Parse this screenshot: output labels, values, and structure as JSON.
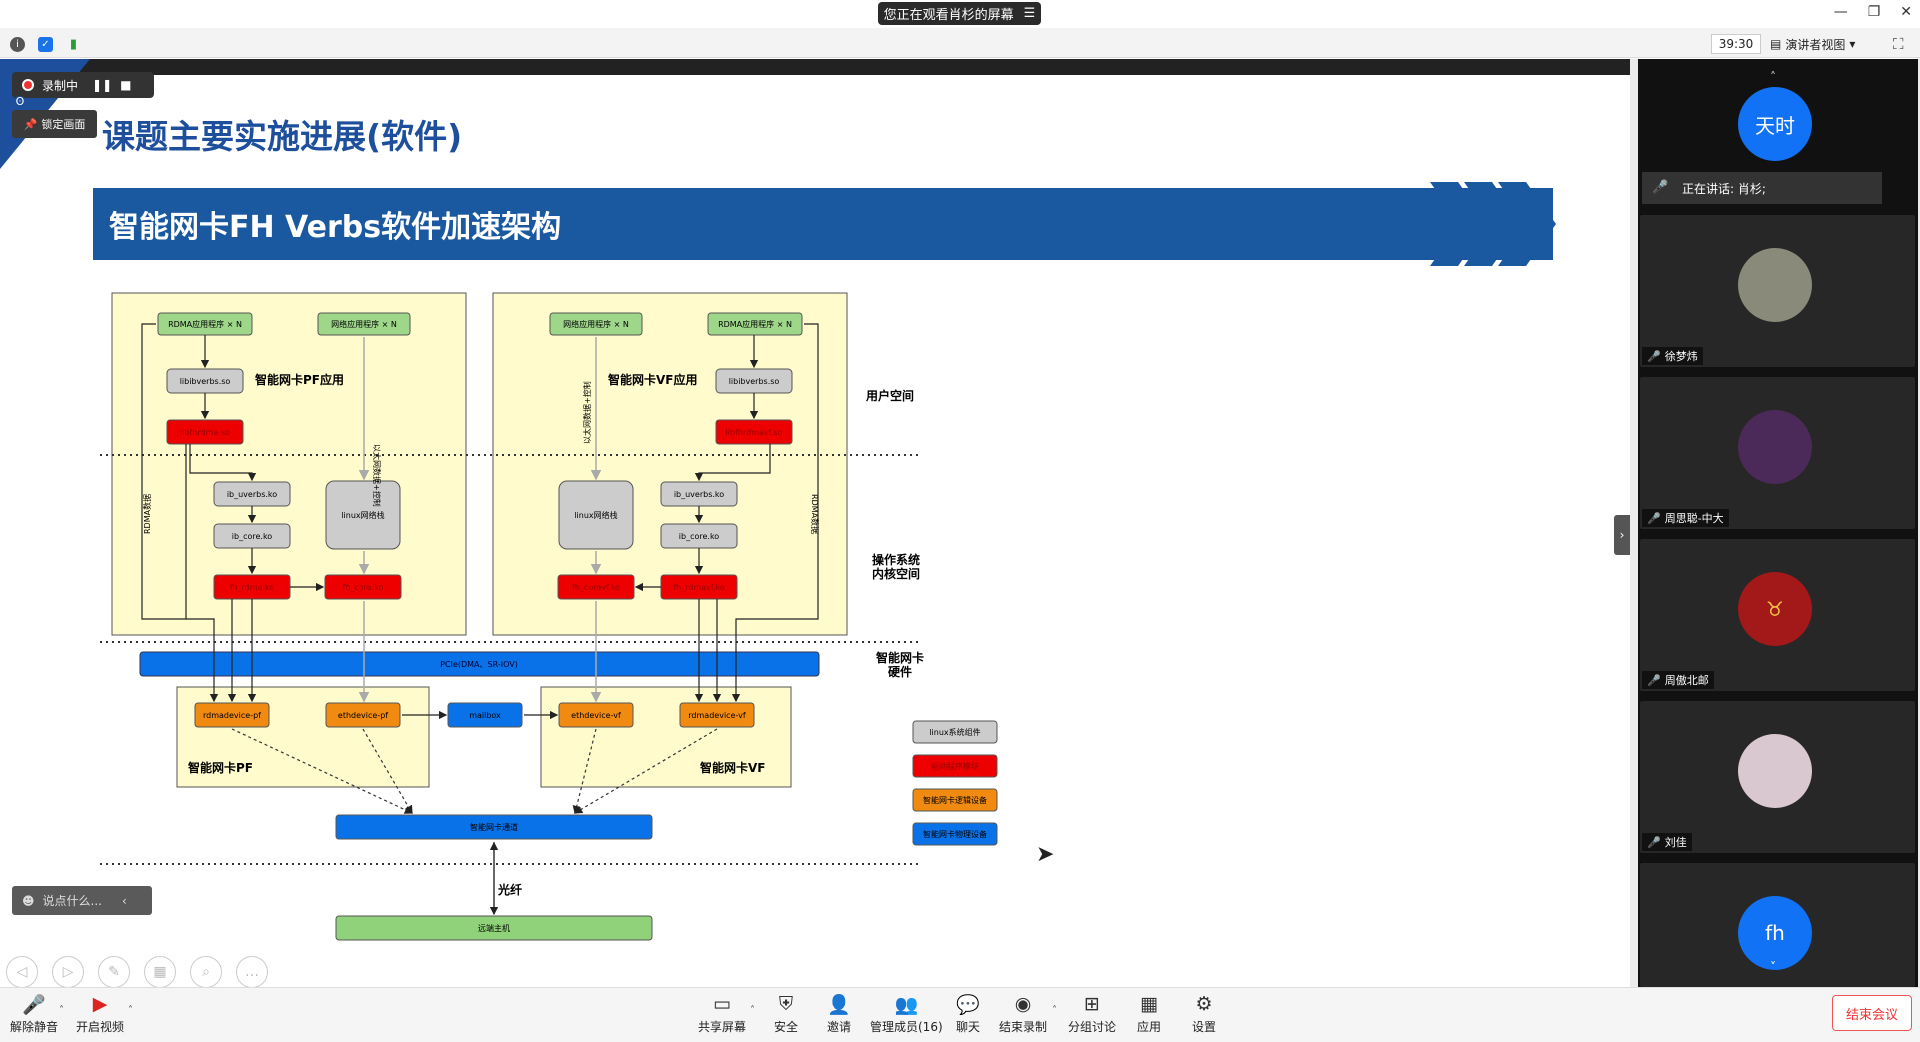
{
  "window": {
    "sharing_label": "您正在观看肖杉的屏幕",
    "sharing_menu_icon": "menu-icon",
    "minimize_icon": "minimize-icon",
    "restore_icon": "restore-icon",
    "close_icon": "close-icon"
  },
  "topbar": {
    "timer": "39:30",
    "view_label": "演讲者视图",
    "info_icon": "info-icon",
    "shield_icon": "shield-icon",
    "signal_icon": "signal-icon",
    "fullscreen_icon": "fullscreen-icon"
  },
  "recording": {
    "label": "录制中",
    "lock_label": "锁定画面"
  },
  "slide": {
    "title": "课题主要实施进展(软件)",
    "banner": "智能网卡FH Verbs软件加速架构",
    "diagram": {
      "pf_app_label": "智能网卡PF应用",
      "vf_app_label": "智能网卡VF应用",
      "user_space": "用户空间",
      "kernel_space_line1": "操作系统",
      "kernel_space_line2": "内核空间",
      "hw_line1": "智能网卡",
      "hw_line2": "硬件",
      "pf_rdma_app": "RDMA应用程序 × N",
      "pf_net_app": "网络应用程序 × N",
      "vf_net_app": "网络应用程序 × N",
      "vf_rdma_app": "RDMA应用程序 × N",
      "pf_libibverbs": "libibverbs.so",
      "vf_libibverbs": "libibverbs.so",
      "pf_libfh": "libfhrdma.so",
      "vf_libfh": "libfhrdmavf.so",
      "pf_ib_uverbs": "ib_uverbs.ko",
      "pf_ib_core": "ib_core.ko",
      "vf_ib_uverbs": "ib_uverbs.ko",
      "vf_ib_core": "ib_core.ko",
      "pf_linux_stack": "linux网络栈",
      "vf_linux_stack": "linux网络栈",
      "pf_fh_rdma": "fh_rdma.ko",
      "pf_fh_core": "fh_core.ko",
      "vf_fh_core": "fh_corevf.ko",
      "vf_fh_rdma": "fh_rdmavf.ko",
      "pf_rdma_data": "RDMA数据",
      "vf_rdma_data": "RDMA数据",
      "pf_eth_data": "以太网数据+控制",
      "vf_eth_data": "以太网数据+控制",
      "pcie": "PCIe(DMA、SR-IOV)",
      "rdmadevice_pf": "rdmadevice-pf",
      "ethdevice_pf": "ethdevice-pf",
      "mailbox": "mailbox",
      "ethdevice_vf": "ethdevice-vf",
      "rdmadevice_vf": "rdmadevice-vf",
      "nic_pf": "智能网卡PF",
      "nic_vf": "智能网卡VF",
      "nic_channel": "智能网卡通道",
      "fiber": "光纤",
      "remote_host": "远端主机",
      "legend": [
        "linux系统组件",
        "驱动程序模块",
        "智能网卡逻辑设备",
        "智能网卡物理设备"
      ]
    }
  },
  "chat": {
    "placeholder": "说点什么...",
    "emoji_icon": "emoji-icon",
    "collapse_icon": "chevron-left-icon"
  },
  "annotation_tools": [
    "prev-icon",
    "next-icon",
    "pen-icon",
    "whiteboard-icon",
    "zoom-icon",
    "more-icon"
  ],
  "participants": {
    "active": {
      "avatar_text": "天时"
    },
    "speaking": "正在讲话: 肖杉;",
    "tiles": [
      {
        "name": "徐梦炜",
        "avatar_color": "#8a8a7a",
        "avatar_text": ""
      },
      {
        "name": "周思聪-中大",
        "avatar_color": "#4b2a5a",
        "avatar_text": ""
      },
      {
        "name": "周傲北邮",
        "avatar_color": "#a31818",
        "avatar_text": "♉"
      },
      {
        "name": "刘佳",
        "avatar_color": "#d9c8cf",
        "avatar_text": ""
      },
      {
        "name": "",
        "avatar_color": "#1172f5",
        "avatar_text": "fh"
      }
    ]
  },
  "toolbar": {
    "unmute": "解除静音",
    "start_video": "开启视频",
    "share": "共享屏幕",
    "security": "安全",
    "invite": "邀请",
    "manage": "管理成员(16)",
    "chat": "聊天",
    "end_record": "结束录制",
    "breakout": "分组讨论",
    "apps": "应用",
    "settings": "设置",
    "end_meeting": "结束会议"
  }
}
